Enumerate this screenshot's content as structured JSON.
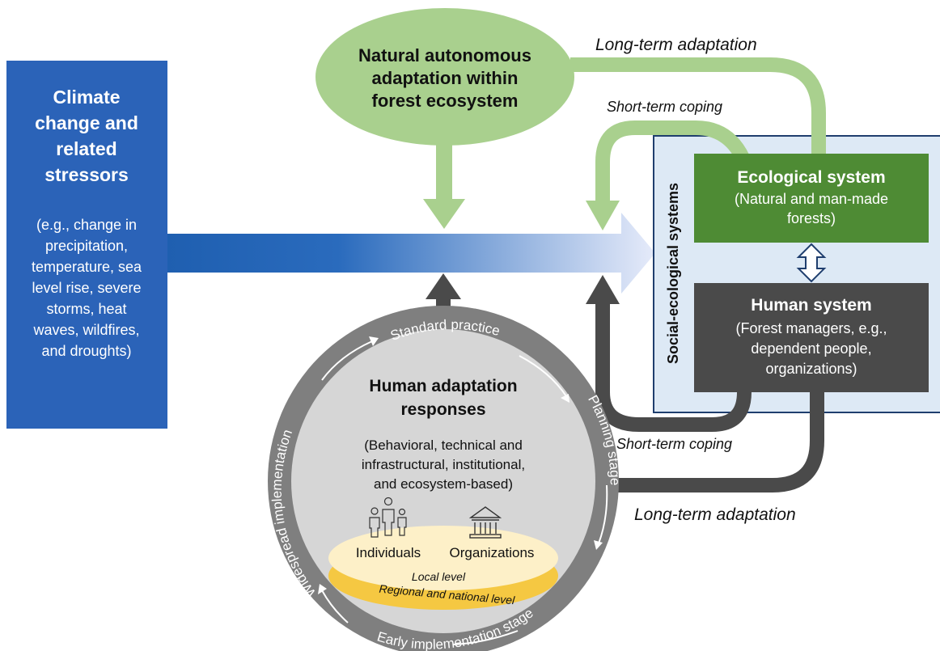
{
  "climate": {
    "title": [
      "Climate",
      "change and",
      "related",
      "stressors"
    ],
    "examples": [
      "(e.g., change in",
      "precipitation,",
      "temperature, sea",
      "level rise, severe",
      "storms, heat",
      "waves, wildfires,",
      "and droughts)"
    ]
  },
  "natural": {
    "lines": [
      "Natural autonomous",
      "adaptation within",
      "forest ecosystem"
    ]
  },
  "flow_labels": {
    "long_term_top": "Long-term adaptation",
    "short_term_top": "Short-term coping",
    "short_term_bottom": "Short-term coping",
    "long_term_bottom": "Long-term adaptation"
  },
  "ses": {
    "vertical_label": "Social-ecological systems",
    "ecological": {
      "title": "Ecological system",
      "lines": [
        "(Natural and man-made",
        "forests)"
      ]
    },
    "human": {
      "title": "Human system",
      "lines": [
        "(Forest managers, e.g.,",
        "dependent people,",
        "organizations)"
      ]
    }
  },
  "human_adaptation": {
    "title": [
      "Human adaptation",
      "responses"
    ],
    "desc": [
      "(Behavioral, technical and",
      "infrastructural, institutional,",
      "and ecosystem-based)"
    ],
    "individuals": "Individuals",
    "organizations": "Organizations",
    "local_level": "Local level",
    "regional_level": "Regional and national level",
    "stages": {
      "standard": "Standard practice",
      "planning": "Planning stage",
      "early": "Early implementation stage",
      "widespread": "Widespread implementation"
    }
  },
  "colors": {
    "blue": "#2b63b8",
    "green_light": "#a9d08e",
    "green_dark": "#4e8b34",
    "dark_gray": "#4a4a4a",
    "panel_blue": "#dde9f5",
    "circle_gray": "#d6d6d6",
    "ring_gray": "#7f7f7f",
    "yellow": "#f5c842",
    "cream": "#fdf0c8"
  }
}
